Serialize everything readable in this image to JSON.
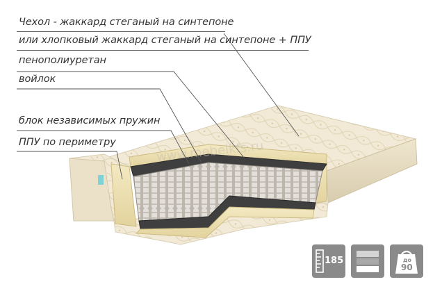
{
  "labels": {
    "cover_line1": "Чехол  -  жаккард стеганый  на синтепоне",
    "cover_line2": "или хлопковый жаккард стеганый на синтепоне + ППУ",
    "foam": "пенополиуретан",
    "felt": "войлок",
    "springs": "блок независимых пружин",
    "perimeter": "ППУ по периметру"
  },
  "watermark": "www.mebelkfs.ru",
  "badges": {
    "height_value": "185",
    "weight_prefix": "до",
    "weight_value": "90"
  },
  "icons": [
    "ruler-icon",
    "layers-icon",
    "weight-icon"
  ],
  "colors": {
    "fabric": "#efe6cf",
    "foam": "#efe3b5",
    "felt": "#3f3f3f",
    "spring": "#d8d4cf",
    "badge": "#8a8a8a",
    "text": "#333333"
  }
}
